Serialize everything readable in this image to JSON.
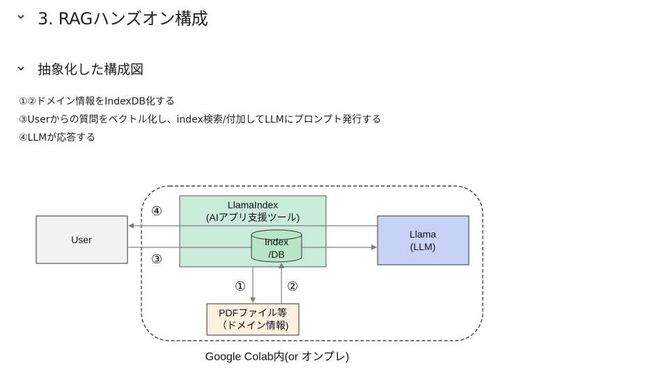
{
  "section": {
    "title": "3. RAGハンズオン構成",
    "subsection_title": "抽象化した構成図"
  },
  "steps": [
    "①②ドメイン情報をIndexDB化する",
    "③Userからの質問をベクトル化し、index検索/付加してLLMにプロンプト発行する",
    "④LLMが応答する"
  ],
  "diagram": {
    "user_label": "User",
    "llamaindex_label_1": "LlamaIndex",
    "llamaindex_label_2": "(AIアプリ支援ツール)",
    "index_db_label_1": "Index",
    "index_db_label_2": "/DB",
    "llama_label_1": "Llama",
    "llama_label_2": "(LLM)",
    "pdf_label_1": "PDFファイル等",
    "pdf_label_2": "（ドメイン情報)",
    "boundary_caption": "Google Colab内(or オンプレ)",
    "step_1": "①",
    "step_2": "②",
    "step_3": "③",
    "step_4": "④",
    "colors": {
      "user_fill": "#f3f3f3",
      "llamaindex_fill": "#c8ecd9",
      "llama_fill": "#c6d3f7",
      "pdf_fill": "#fdf0df",
      "db_fill": "#b9e6cb",
      "arrow": "#808080"
    }
  }
}
